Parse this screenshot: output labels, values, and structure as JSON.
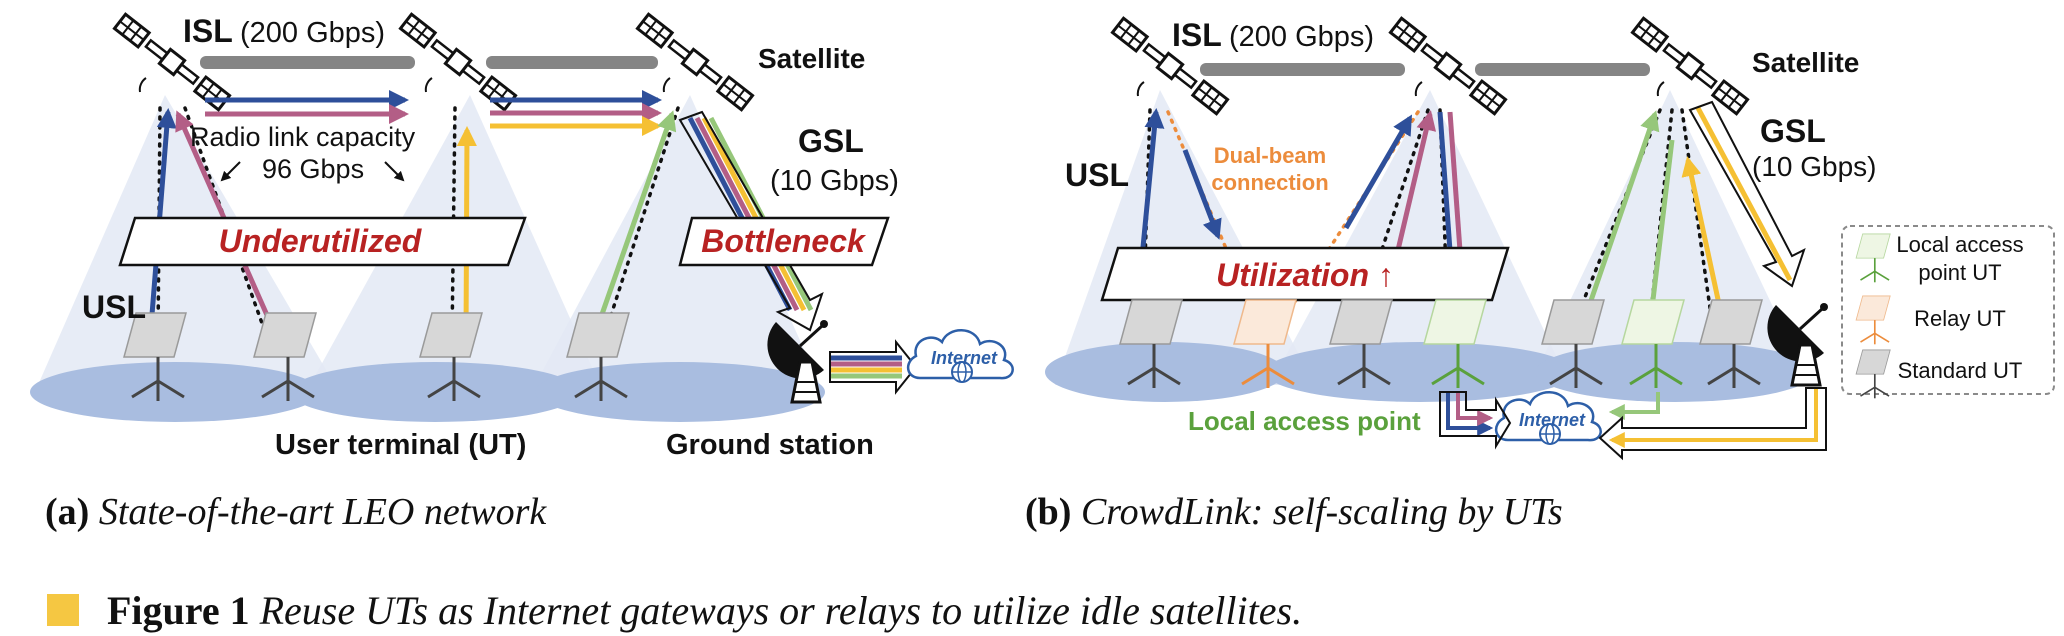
{
  "panel_a": {
    "isl": "ISL",
    "isl_rate": "(200 Gbps)",
    "satellite": "Satellite",
    "radio_line1": "Radio link capacity",
    "radio_line2": "96 Gbps",
    "gsl": "GSL",
    "gsl_rate": "(10 Gbps)",
    "usl": "USL",
    "underutilized": "Underutilized",
    "bottleneck": "Bottleneck",
    "internet": "Internet",
    "user_terminal": "User terminal (UT)",
    "ground_station": "Ground station",
    "caption_tag": "(a)",
    "caption_text": "State-of-the-art LEO network"
  },
  "panel_b": {
    "isl": "ISL",
    "isl_rate": "(200 Gbps)",
    "satellite": "Satellite",
    "usl": "USL",
    "dual_line1": "Dual-beam",
    "dual_line2": "connection",
    "gsl": "GSL",
    "gsl_rate": "(10 Gbps)",
    "utilization": "Utilization ↑",
    "legend": {
      "local_line1": "Local access",
      "local_line2": "point UT",
      "relay": "Relay UT",
      "standard": "Standard UT"
    },
    "local_access_point": "Local access point",
    "internet": "Internet",
    "caption_tag": "(b)",
    "caption_text": "CrowdLink: self-scaling by UTs"
  },
  "figure": {
    "label": "Figure 1",
    "caption": "Reuse UTs as Internet gateways or relays to utilize idle satellites."
  },
  "colors": {
    "blue": "#2e4f9a",
    "pink": "#b35e86",
    "yellow": "#f5c033",
    "green": "#96c77a",
    "orange": "#ec8c3c",
    "red_text": "#b82222",
    "ground": "#a9bde0",
    "cone": "#e3e9f5",
    "isl_bar": "#858585",
    "legend_green": "#5aa13c",
    "caption_square": "#f5c742"
  }
}
